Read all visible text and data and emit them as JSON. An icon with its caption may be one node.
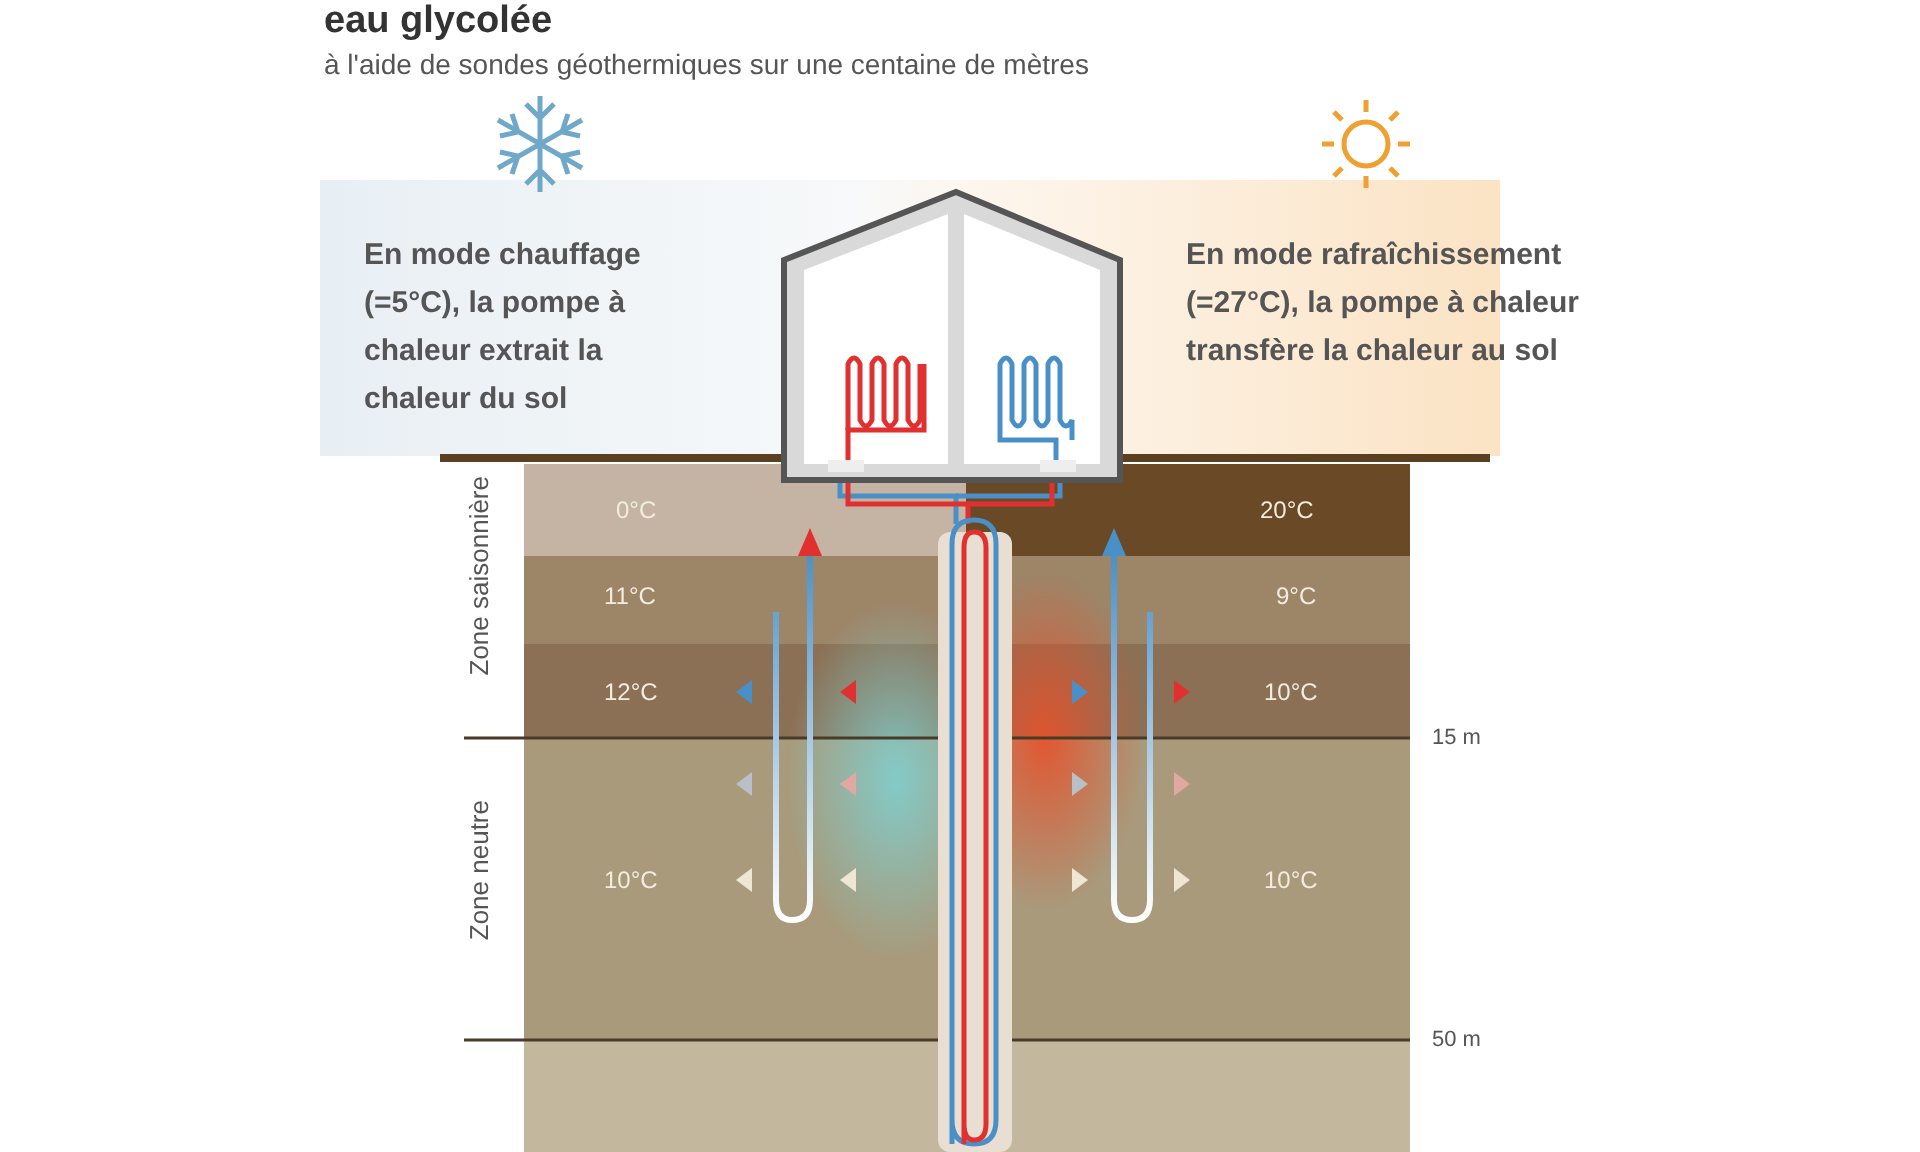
{
  "diagram": {
    "title": "eau glycolée",
    "labels": [
      "à l'aide de sondes géothermiques sur une centaine de mètres",
      "En mode chauffage (=5°C), la pompe à chaleur extrait la chaleur du sol",
      "En mode rafraîchissement (=27°C), la pompe à chaleur transfère la chaleur au sol",
      "Zone saisonnière",
      "0°C",
      "20°C",
      "11°C",
      "9°C",
      "12°C",
      "10°C",
      "15 m",
      "Zone neutre",
      "10°C",
      "10°C",
      "50 m"
    ]
  }
}
